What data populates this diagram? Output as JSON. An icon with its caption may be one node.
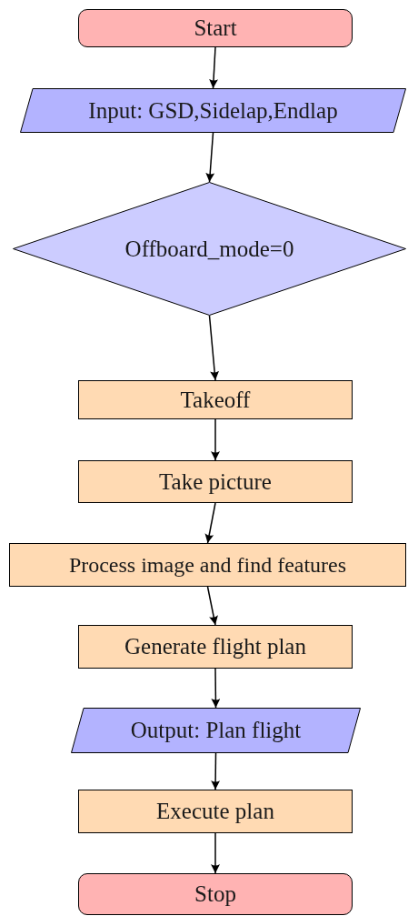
{
  "diagram": {
    "nodes": [
      {
        "text": [
          "Start"
        ]
      },
      {
        "text": [
          "Input: GSD,Sidelap,Endlap"
        ]
      },
      {
        "text": [
          "Offboard_mode=0"
        ]
      },
      {
        "text": [
          "Takeoff"
        ]
      },
      {
        "text": [
          "Take picture"
        ]
      },
      {
        "text": [
          "Process image and find features"
        ]
      },
      {
        "text": [
          "Generate flight plan"
        ]
      },
      {
        "text": [
          "Output: Plan flight"
        ]
      },
      {
        "text": [
          "Execute plan"
        ]
      },
      {
        "text": [
          "Stop"
        ]
      }
    ],
    "edges": [
      {
        "from": 0,
        "to": 1,
        "arrow": "to"
      },
      {
        "from": 1,
        "to": 2,
        "arrow": "to"
      },
      {
        "from": 2,
        "to": 3,
        "arrow": "to"
      },
      {
        "from": 3,
        "to": 4,
        "arrow": "to"
      },
      {
        "from": 4,
        "to": 5,
        "arrow": "to"
      },
      {
        "from": 5,
        "to": 6,
        "arrow": "to"
      },
      {
        "from": 6,
        "to": 7,
        "arrow": "to"
      },
      {
        "from": 7,
        "to": 8,
        "arrow": "to"
      },
      {
        "from": 8,
        "to": 9,
        "arrow": "to"
      }
    ]
  }
}
